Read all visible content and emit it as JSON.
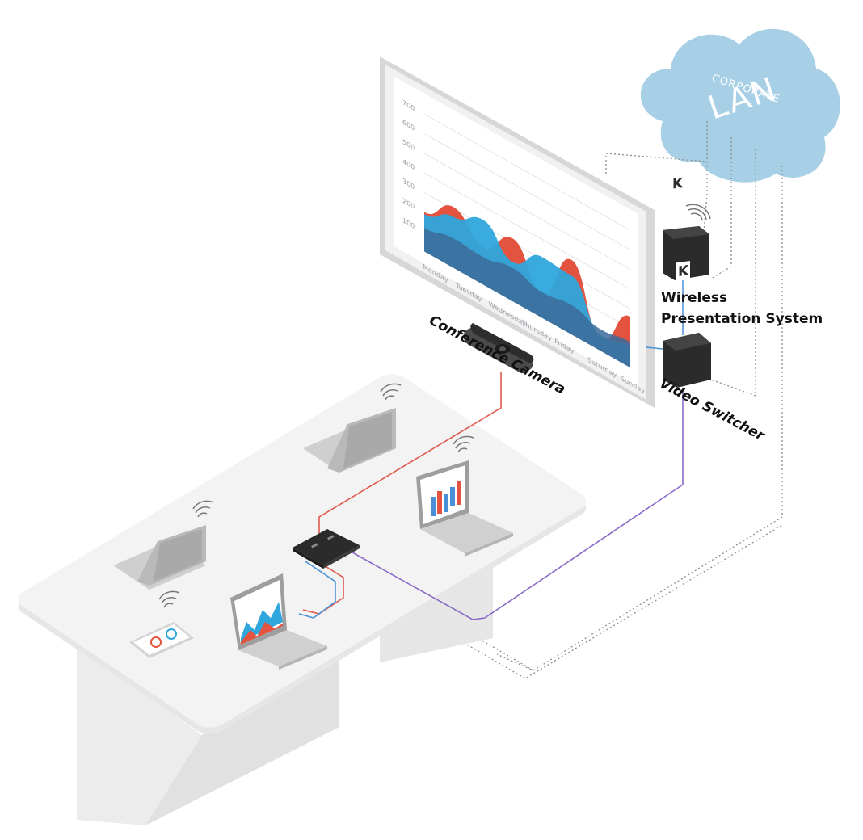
{
  "cloud": {
    "line1": "CORPORATE",
    "line2": "LAN"
  },
  "labels": {
    "wireless_line1": "Wireless",
    "wireless_line2": "Presentation System",
    "conference_camera": "Conference Camera",
    "video_switcher": "Video Switcher"
  },
  "device_logo_letter": "K",
  "colors": {
    "cloud": "#a7cfe6",
    "cable_red": "#e05a4f",
    "cable_blue": "#4a90d9",
    "cable_purple": "#8a6cc4",
    "dotted": "#8d8d8d",
    "chart_red": "#e3533f",
    "chart_blue": "#2fa6dc",
    "chart_navy": "#3c6b9a"
  },
  "chart_data": {
    "type": "area",
    "y_ticks": [
      "700",
      "600",
      "500",
      "400",
      "300",
      "200",
      "100"
    ],
    "x_ticks": [
      "Monday",
      "Tuesday",
      "Wednesday",
      "Thursday",
      "Friday",
      "Saturday",
      "Sunday"
    ],
    "series": [
      {
        "values": [
          200,
          310,
          190,
          320,
          130,
          380,
          60,
          260
        ]
      },
      {
        "values": [
          190,
          260,
          330,
          200,
          310,
          300,
          80,
          110
        ]
      },
      {
        "values": [
          120,
          150,
          140,
          170,
          130,
          150,
          110,
          130
        ]
      }
    ],
    "ylim": [
      0,
      700
    ]
  }
}
